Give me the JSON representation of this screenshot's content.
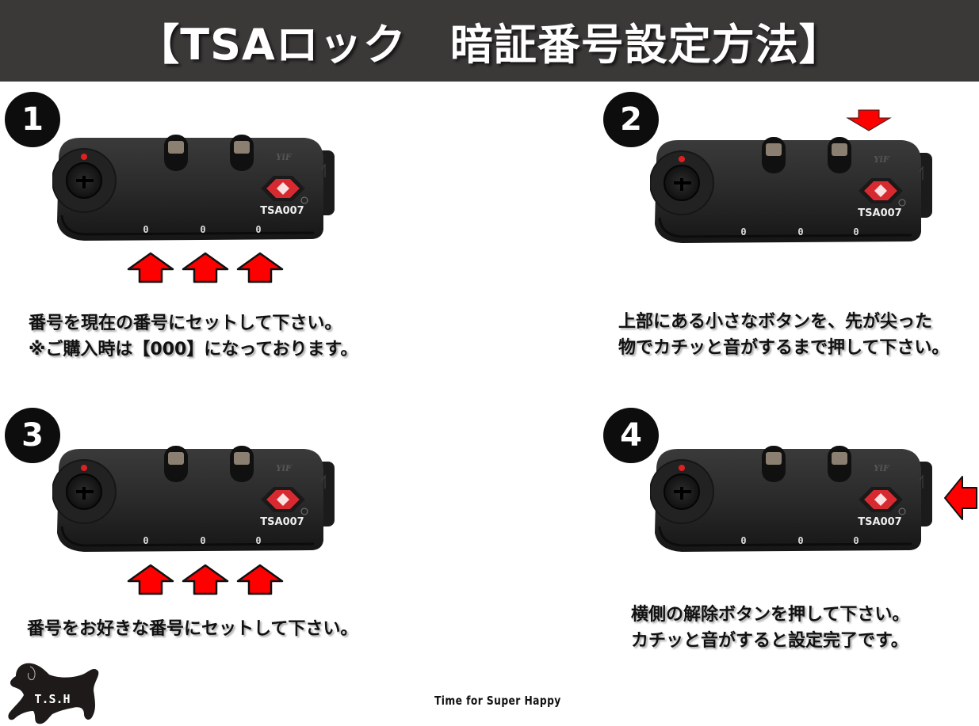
{
  "header": {
    "title": "【TSAロック　暗証番号設定方法】",
    "background_color": "#3b3838",
    "text_color": "#ffffff"
  },
  "lock_device": {
    "model_label": "TSA007",
    "brand_mark": "YiF",
    "dial_values": [
      "0",
      "0",
      "0"
    ],
    "body_color": "#2a2a2a",
    "tsa_logo_color": "#d62a30"
  },
  "arrow_color": "#ff0000",
  "steps": [
    {
      "number": "1",
      "arrows": "three-up-arrows-under-dials",
      "caption_lines": [
        "番号を現在の番号にセットして下さい。",
        "※ご購入時は【000】になっております。"
      ]
    },
    {
      "number": "2",
      "arrows": "down-arrow-above-top-button",
      "caption_lines": [
        "上部にある小さなボタンを、先が尖った",
        "物でカチッと音がするまで押して下さい。"
      ]
    },
    {
      "number": "3",
      "arrows": "three-up-arrows-under-dials",
      "caption_lines": [
        "番号をお好きな番号にセットして下さい。"
      ]
    },
    {
      "number": "4",
      "arrows": "left-arrow-at-side-button",
      "caption_lines": [
        "横側の解除ボタンを押して下さい。",
        "カチッと音がすると設定完了です。"
      ]
    }
  ],
  "footer": {
    "logo_text": "T.S.H",
    "logo_icon": "dog-silhouette-icon",
    "tagline": "Time for Super Happy"
  }
}
